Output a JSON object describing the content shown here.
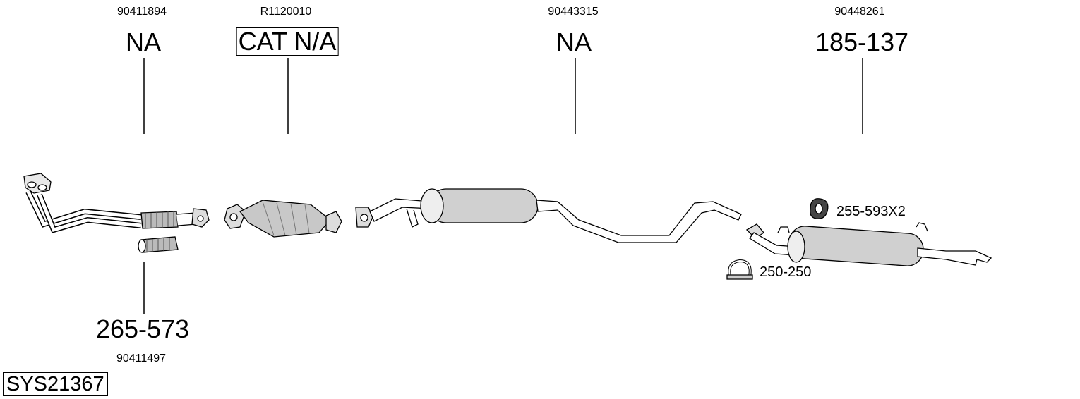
{
  "system_code": "SYS21367",
  "parts": [
    {
      "oe": "90411894",
      "ref": "NA"
    },
    {
      "oe": "R1120010",
      "ref": "CAT N/A"
    },
    {
      "oe": "90443315",
      "ref": "NA"
    },
    {
      "oe": "90448261",
      "ref": "185-137"
    },
    {
      "oe": "90411497",
      "ref": "265-573"
    }
  ],
  "fittings": [
    {
      "ref": "255-593X2",
      "icon": "rubber-hanger-icon"
    },
    {
      "ref": "250-250",
      "icon": "exhaust-clamp-icon"
    }
  ]
}
